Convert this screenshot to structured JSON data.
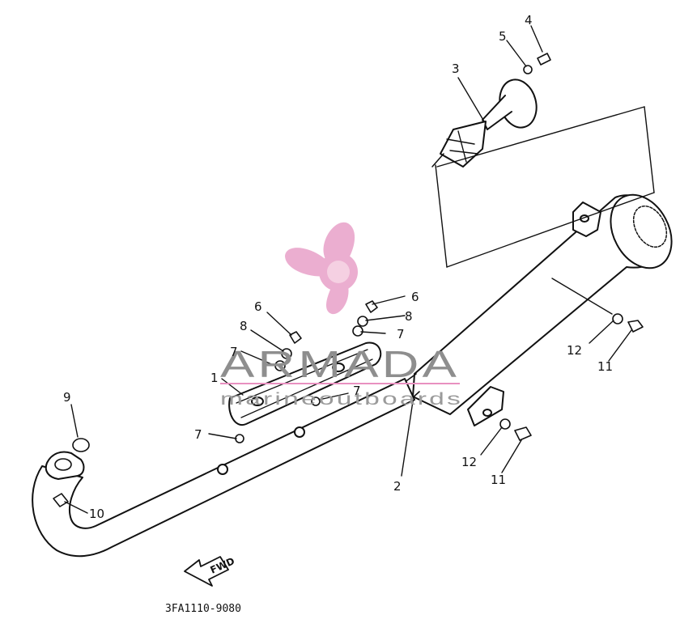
{
  "diagram": {
    "part_code": "3FA1110-9080",
    "direction_label": "FWD",
    "callouts": [
      {
        "id": "c1",
        "label": "1"
      },
      {
        "id": "c2",
        "label": "2"
      },
      {
        "id": "c3",
        "label": "3"
      },
      {
        "id": "c4",
        "label": "4"
      },
      {
        "id": "c5",
        "label": "5"
      },
      {
        "id": "c6a",
        "label": "6"
      },
      {
        "id": "c6b",
        "label": "6"
      },
      {
        "id": "c7a",
        "label": "7"
      },
      {
        "id": "c7b",
        "label": "7"
      },
      {
        "id": "c7c",
        "label": "7"
      },
      {
        "id": "c7d",
        "label": "7"
      },
      {
        "id": "c8a",
        "label": "8"
      },
      {
        "id": "c8b",
        "label": "8"
      },
      {
        "id": "c9",
        "label": "9"
      },
      {
        "id": "c10",
        "label": "10"
      },
      {
        "id": "c11a",
        "label": "11"
      },
      {
        "id": "c11b",
        "label": "11"
      },
      {
        "id": "c12a",
        "label": "12"
      },
      {
        "id": "c12b",
        "label": "12"
      }
    ]
  },
  "watermark": {
    "title": "ARMADA",
    "subtitle": "marineoutboards",
    "logo_icon": "propeller-icon",
    "logo_color": "#e8a0c8",
    "underline_color": "#e890c0"
  }
}
